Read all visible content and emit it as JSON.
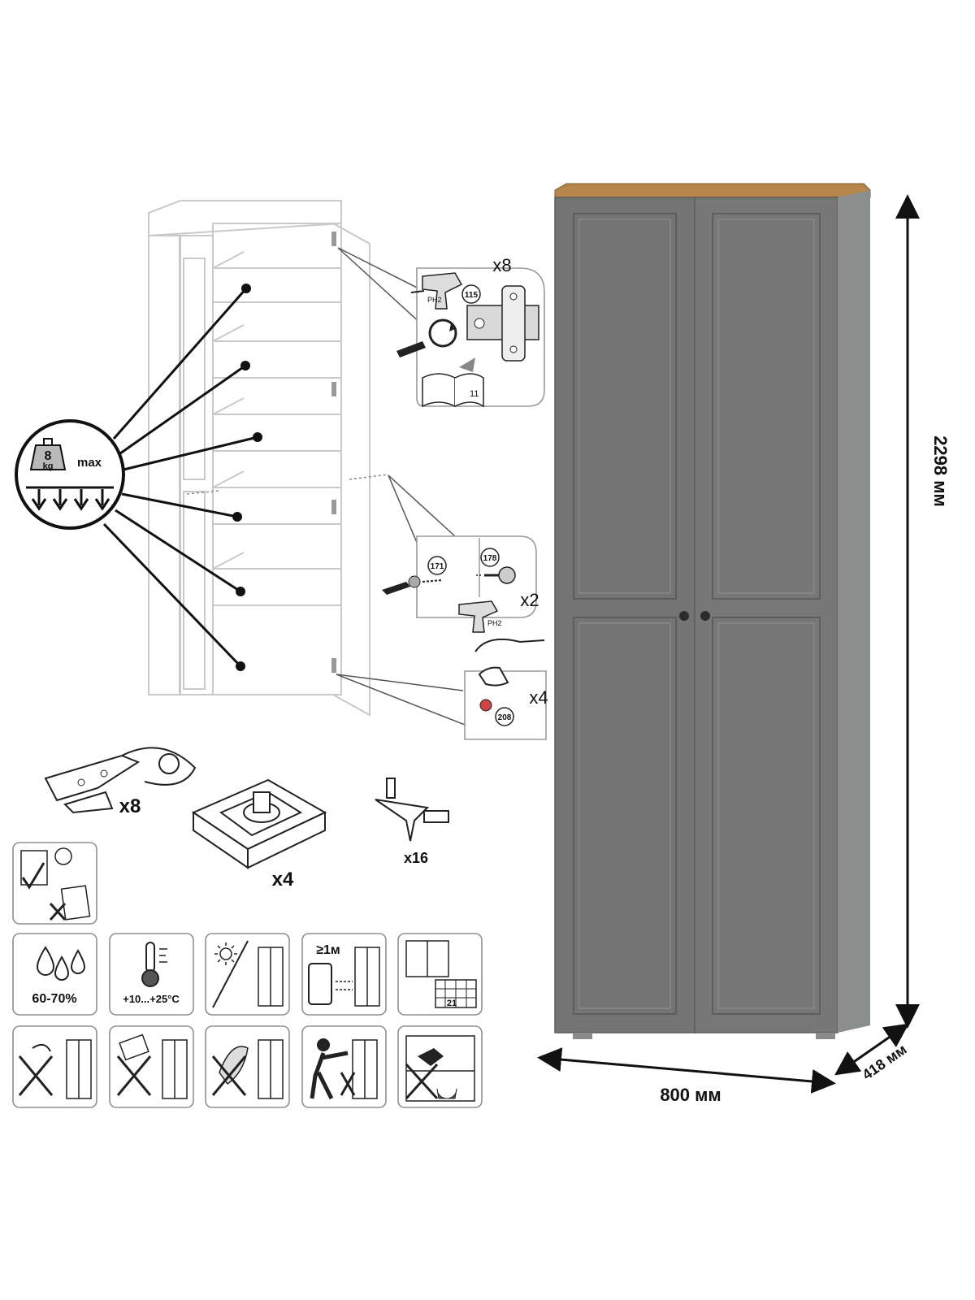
{
  "load_badge": {
    "weight": "8",
    "unit": "kg",
    "max_label": "max"
  },
  "hinge_step": {
    "qty": "x8",
    "tool": "PH2",
    "part_no": "115",
    "page_ref": "11"
  },
  "anchor_step": {
    "part_a": "171",
    "part_b": "178",
    "qty": "x2",
    "tool": "PH2"
  },
  "foot_step": {
    "part_no": "208",
    "qty": "x4"
  },
  "parts": [
    {
      "name": "hinge",
      "qty": "x8"
    },
    {
      "name": "leveling-foot",
      "qty": "x4"
    },
    {
      "name": "shelf-support",
      "qty": "x16"
    }
  ],
  "care_icons": {
    "humidity": "60-70%",
    "temperature": "+10...+25°C",
    "distance": "≥1м",
    "calendar_day": "21"
  },
  "dimensions": {
    "height": "2298 мм",
    "width": "800 мм",
    "depth": "418 мм"
  },
  "colors": {
    "cabinet_body": "#737473",
    "cabinet_top": "#b5854a",
    "frame_line": "#5c5d5c"
  }
}
